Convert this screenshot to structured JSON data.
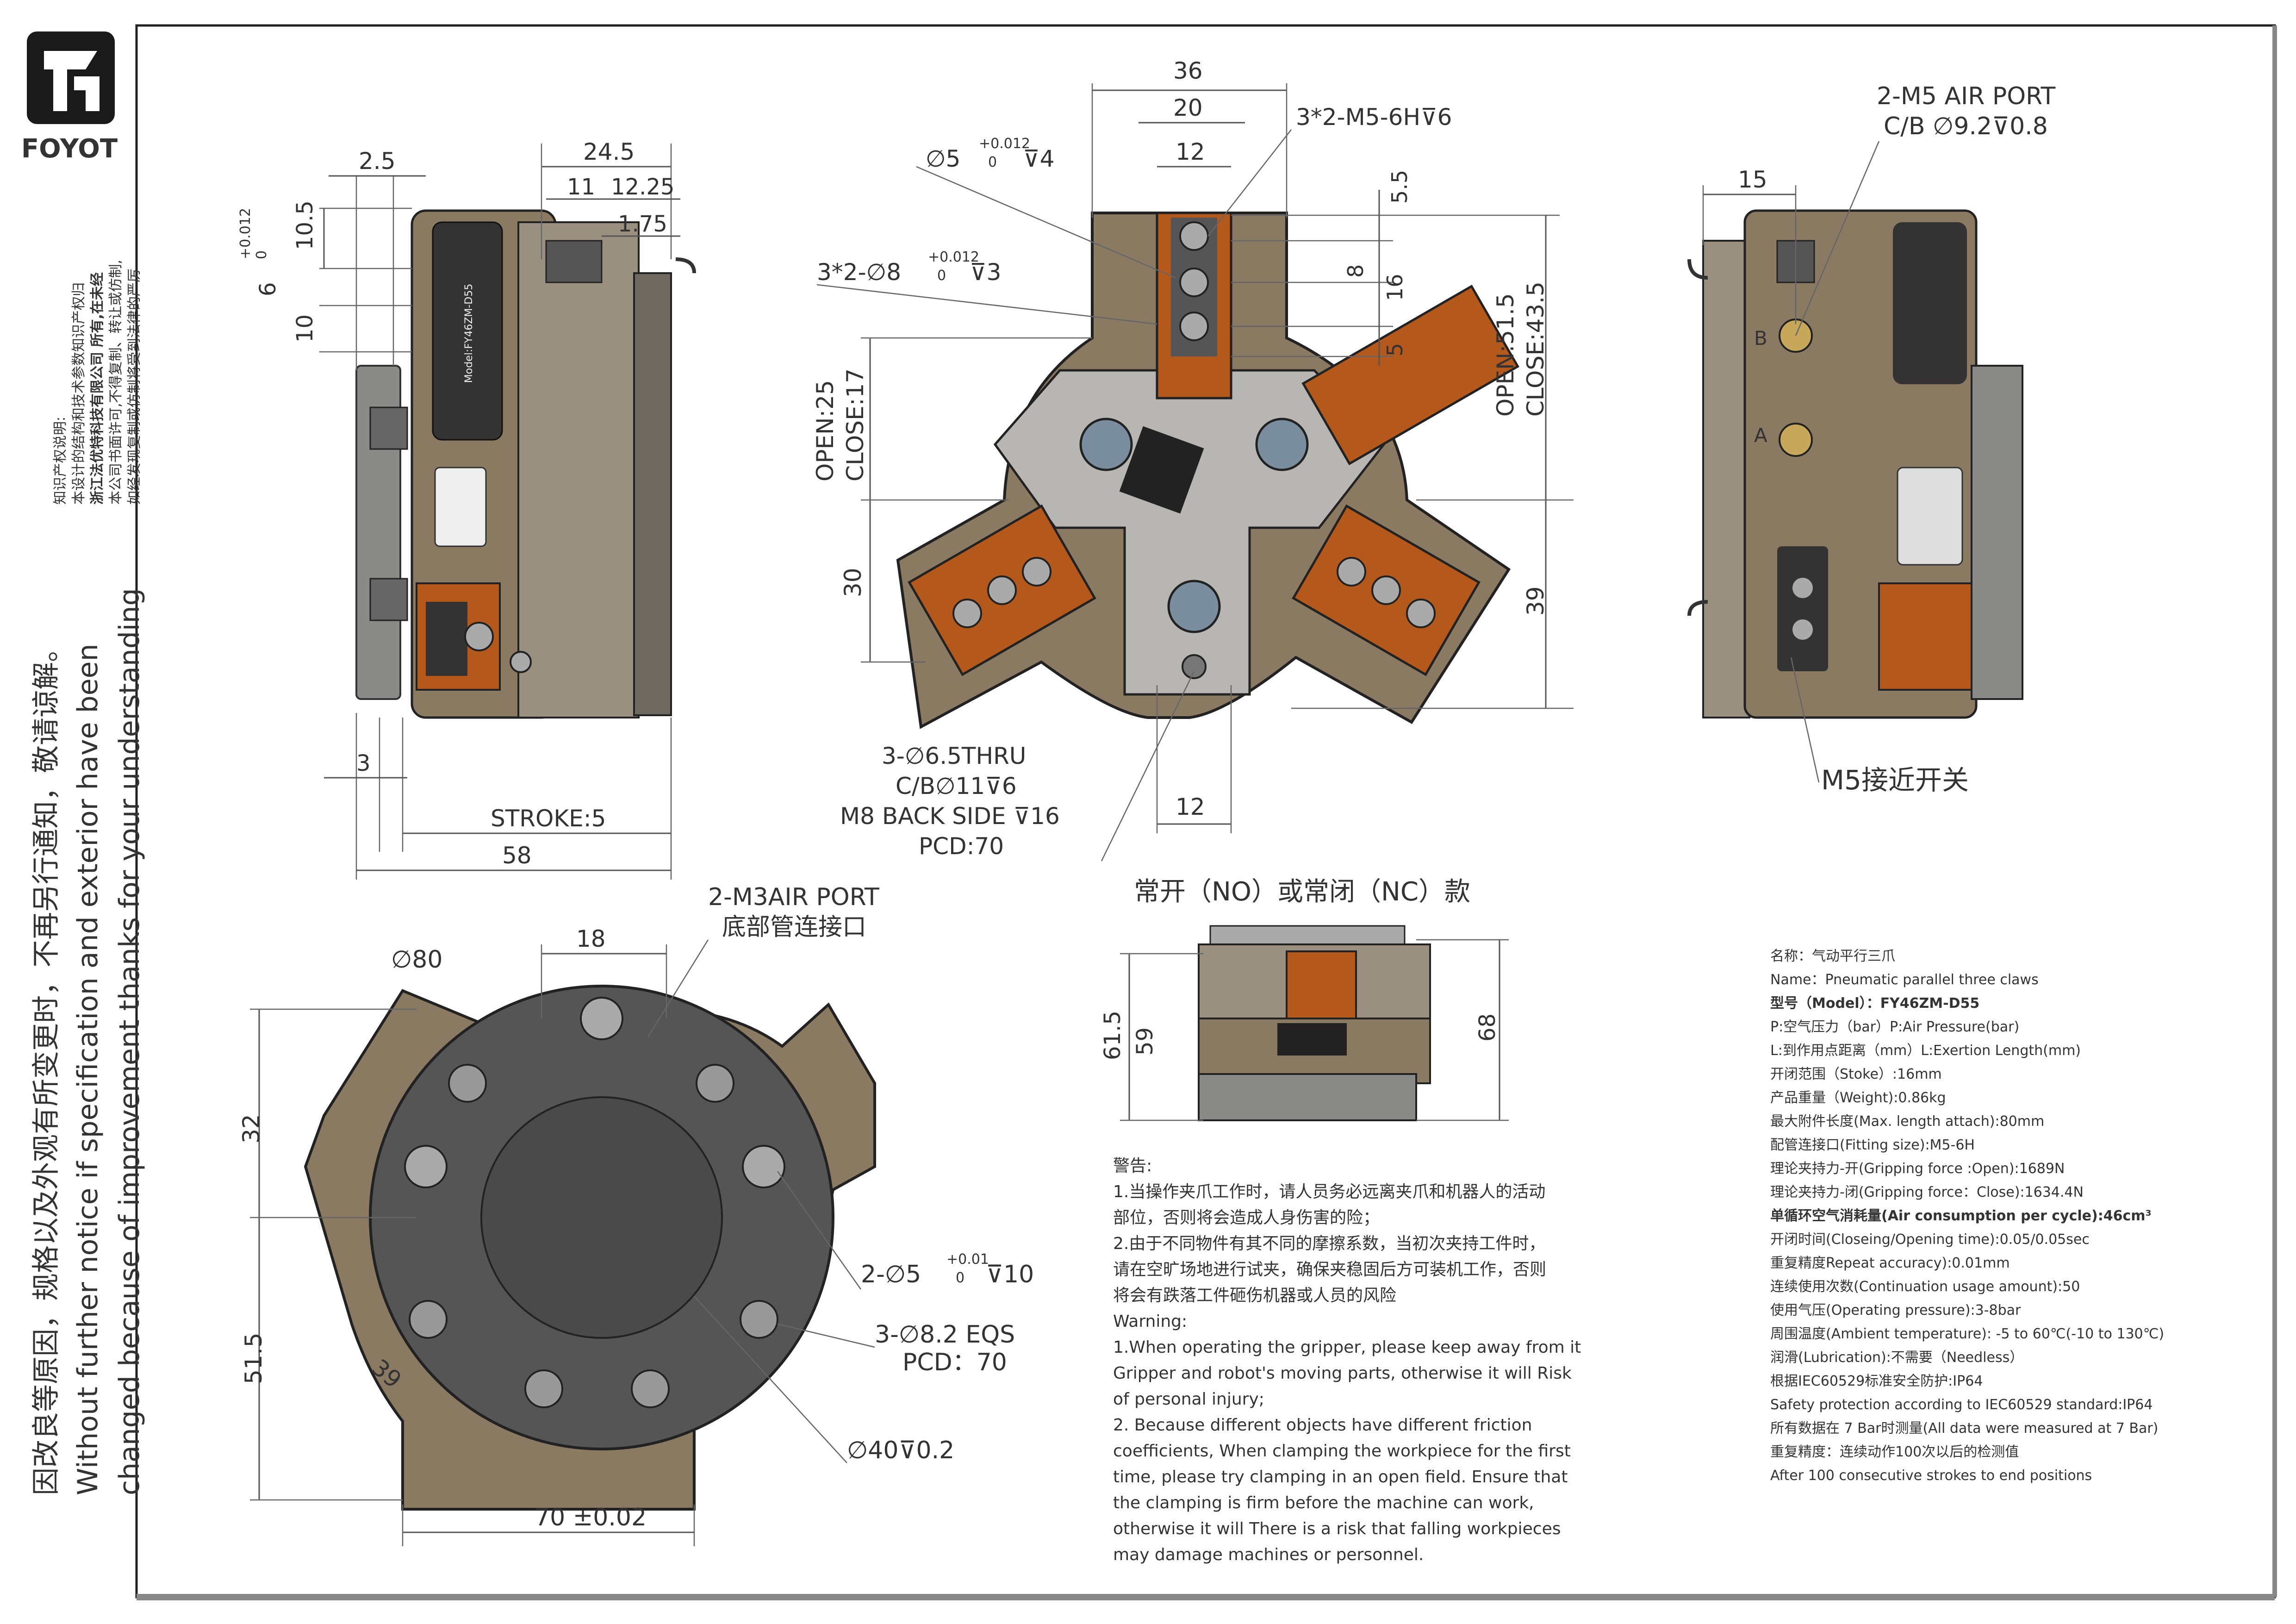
{
  "brand": {
    "name": "FOYOT"
  },
  "copyright": {
    "lines": [
      "知识产权说明:",
      "本设计的结构和技术参数知识产权归",
      "浙江法优特科技有限公司 所有,在未经",
      "本公司书面许可,不得复制、转让或仿制,",
      "如经发现复制或仿制将受到法律的严厉"
    ]
  },
  "notice": {
    "zh": "因改良等原因，规格以及外观有所变更时，不再另行通知，敬请谅解。",
    "en1": "Without further notice if specification and exterior have been",
    "en2": "changed because of improvement thanks for your understanding"
  },
  "side_view": {
    "dims": [
      "2.5",
      "24.5",
      "11",
      "12.25",
      "1.75",
      "10.5",
      "6",
      "10",
      "3",
      "STROKE:5",
      "58"
    ],
    "tol_plus": "+0.012",
    "tol_zero": "0",
    "label_model": "Model:FY46ZM-D55"
  },
  "top_view": {
    "dims": [
      "36",
      "20",
      "12",
      "5.5",
      "8",
      "16",
      "5",
      "30",
      "39",
      "12"
    ],
    "callout_m5": "3*2-M5-6H⊽6",
    "callout_pin1": "∅5",
    "callout_pin1_tol": "+0.012",
    "callout_pin1_zero": "0",
    "callout_pin1_depth": "⊽4",
    "callout_pin2": "3*2-∅8",
    "callout_pin2_tol": "+0.012",
    "callout_pin2_zero": "0",
    "callout_pin2_depth": "⊽3",
    "open25": "OPEN:25",
    "close17": "CLOSE:17",
    "open515": "OPEN:51.5",
    "close435": "CLOSE:43.5",
    "holes": [
      "3-∅6.5THRU",
      "C/B∅11⊽6",
      "M8 BACK SIDE ⊽16",
      "PCD:70"
    ]
  },
  "right_view": {
    "port_title": "2-M5 AIR PORT",
    "port_cb": "C/B ∅9.2⊽0.8",
    "dim": "15",
    "switch": "M5接近开关",
    "port_a": "A",
    "port_b": "B"
  },
  "bottom_view": {
    "port_title": "2-M3AIR PORT",
    "port_sub": "底部管连接口",
    "dims": [
      "∅80",
      "18",
      "32",
      "51.5",
      "39"
    ],
    "pin": "2-∅5",
    "pin_tol": "+0.01",
    "pin_zero": "0",
    "pin_depth": "⊽10",
    "eqs": "3-∅8.2 EQS",
    "pcd": "PCD：70",
    "bore": "∅40⊽0.2",
    "width": "70  ±0.02"
  },
  "nonc_view": {
    "title": "常开（NO）或常闭（NC）款",
    "dims": [
      "61.5",
      "59",
      "68"
    ]
  },
  "warning": {
    "lines": [
      "警告:",
      "1.当操作夹爪工作时，请人员务必远离夹爪和机器人的活动",
      "部位，否则将会造成人身伤害的险；",
      "2.由于不同物件有其不同的摩擦系数，当初次夹持工件时，",
      "请在空旷场地进行试夹，确保夹稳固后方可装机工作，否则",
      "将会有跌落工件砸伤机器或人员的风险",
      "Warning:",
      "1.When operating the gripper, please keep away from it",
      "Gripper and robot's moving parts, otherwise it will Risk",
      "of personal injury;",
      "2. Because different objects have different friction",
      "coefficients, When clamping the workpiece for the first",
      "time, please try clamping in an open field. Ensure that",
      "the clamping is firm before the machine can work,",
      "otherwise it will There is a risk that falling workpieces",
      "may damage machines or personnel."
    ]
  },
  "specs": {
    "lines": [
      "名称：气动平行三爪",
      "Name：Pneumatic parallel three claws",
      "型号（Model）：FY46ZM-D55",
      "P:空气压力（bar）P:Air Pressure(bar)",
      "L:到作用点距离（mm）L:Exertion Length(mm)",
      "开闭范围（Stoke）:16mm",
      "产品重量（Weight):0.86kg",
      "最大附件长度(Max. length attach):80mm",
      "配管连接口(Fitting size):M5-6H",
      "理论夹持力-开(Gripping force :Open):1689N",
      "理论夹持力-闭(Gripping force：Close):1634.4N",
      "单循环空气消耗量(Air consumption per cycle):46cm³",
      "开闭时间(Closeing/Opening time):0.05/0.05sec",
      "重复精度Repeat accuracy):0.01mm",
      "连续使用次数(Continuation usage amount):50",
      "使用气压(Operating pressure):3-8bar",
      "周围温度(Ambient temperature): -5 to 60℃(-10 to 130℃)",
      "润滑(Lubrication):不需要（Needless）",
      "根据IEC60529标准安全防护:IP64",
      "Safety protection according to IEC60529 standard:IP64",
      "所有数据在 7 Bar时测量(All data were measured at  7 Bar)",
      "重复精度：连续动作100次以后的检测值",
      "After 100 consecutive strokes to end positions"
    ]
  },
  "colors": {
    "body_bronze": "#8a7a62",
    "jaw_copper": "#b5581c",
    "plate_gray": "#b8b6b2",
    "dark_gray": "#4a4a4a"
  }
}
